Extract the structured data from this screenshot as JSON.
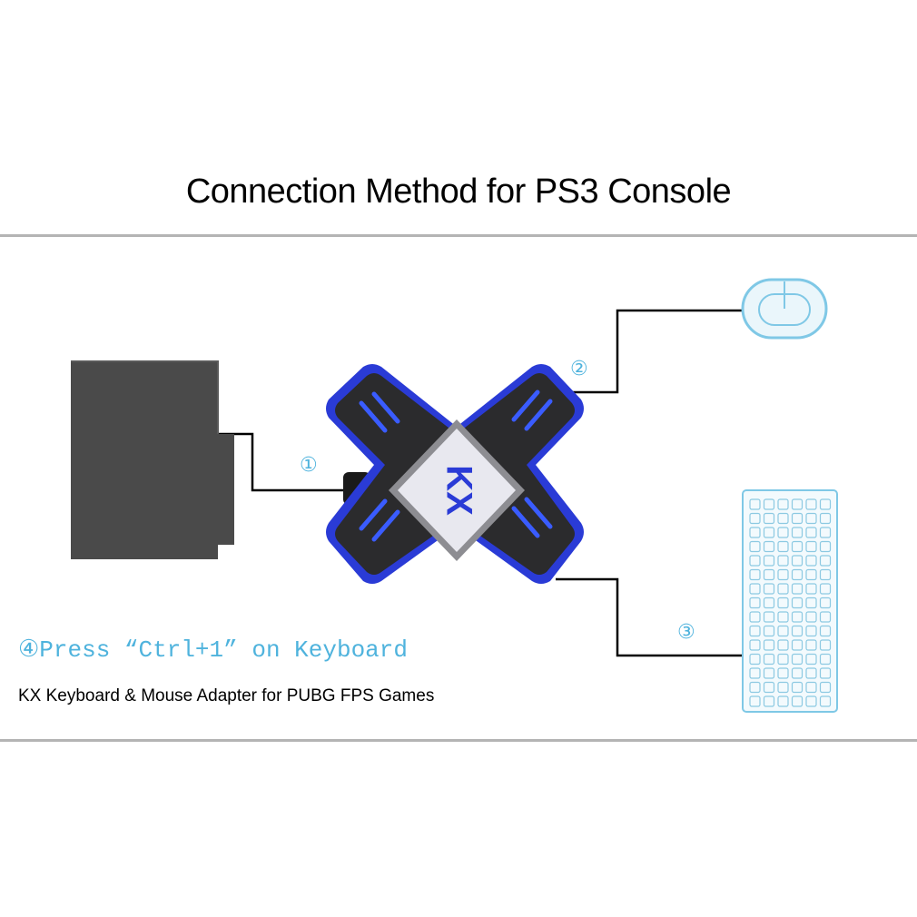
{
  "title": "Connection Method for PS3 Console",
  "adapter_logo": "KX",
  "markers": {
    "console": "①",
    "mouse": "②",
    "keyboard": "③"
  },
  "step_instruction": "④Press “Ctrl+1” on Keyboard",
  "caption": "KX Keyboard & Mouse Adapter for PUBG FPS Games",
  "colors": {
    "accent": "#4fb3dd",
    "adapter_glow": "#2a3bd6",
    "adapter_body": "#2b2b2d",
    "console_body": "#4a4a4a",
    "device_outline": "#7fc8e6"
  }
}
